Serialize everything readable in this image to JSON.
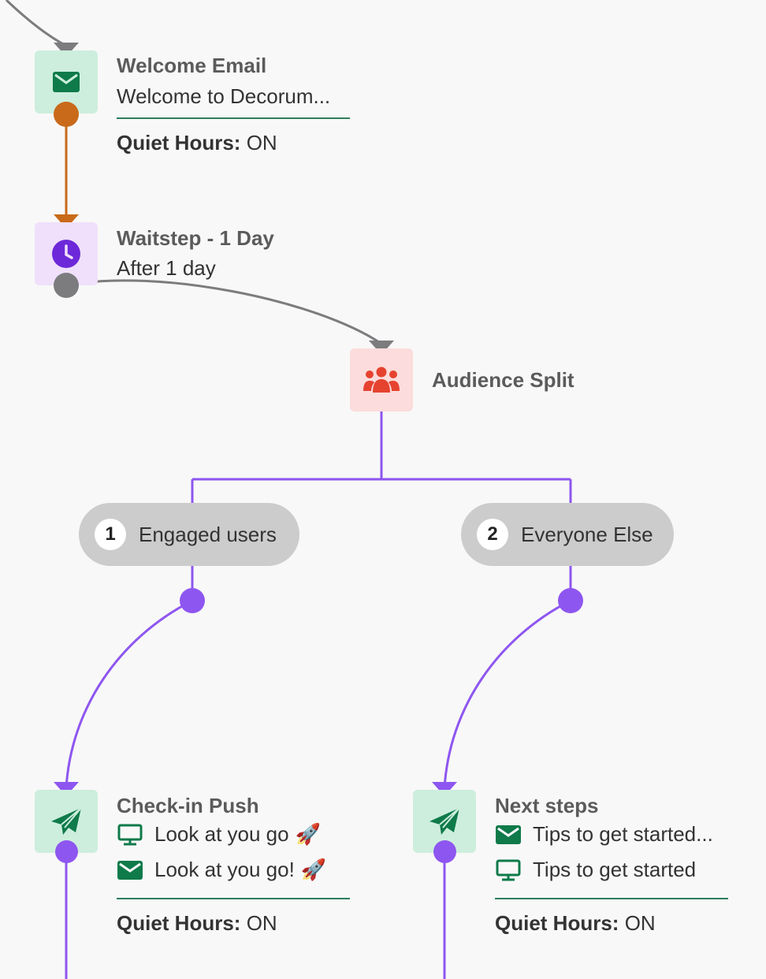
{
  "colors": {
    "canvas": "#f8f8f8",
    "grey_edge": "#7c7c7e",
    "orange_edge": "#c96a1a",
    "purple_edge": "#8e56f0",
    "email_tile": "#cdeedd",
    "email_icon": "#0f7a4a",
    "wait_tile": "#f0e0fb",
    "wait_icon": "#6d28d9",
    "split_tile": "#fcdcdc",
    "split_icon": "#e5432f",
    "pill": "#cccccc"
  },
  "welcome": {
    "icon": "envelope-icon",
    "title": "Welcome Email",
    "subtitle": "Welcome to Decorum...",
    "quiet_label": "Quiet Hours:",
    "quiet_value": "ON"
  },
  "waitstep": {
    "icon": "clock-icon",
    "title": "Waitstep - 1 Day",
    "subtitle": "After 1 day"
  },
  "split": {
    "icon": "people-group-icon",
    "title": "Audience Split",
    "branches": [
      {
        "number": "1",
        "label": "Engaged users"
      },
      {
        "number": "2",
        "label": "Everyone Else"
      }
    ]
  },
  "checkin": {
    "icon": "paper-plane-icon",
    "title": "Check-in Push",
    "lines": [
      {
        "icon": "monitor-icon",
        "text": "Look at you go",
        "emoji": "🚀"
      },
      {
        "icon": "envelope-icon",
        "text": "Look at you go!",
        "emoji": "🚀"
      }
    ],
    "quiet_label": "Quiet Hours:",
    "quiet_value": "ON"
  },
  "nextsteps": {
    "icon": "paper-plane-icon",
    "title": "Next steps",
    "lines": [
      {
        "icon": "envelope-icon",
        "text": "Tips to get started..."
      },
      {
        "icon": "monitor-icon",
        "text": "Tips to get started"
      }
    ],
    "quiet_label": "Quiet Hours:",
    "quiet_value": "ON"
  }
}
